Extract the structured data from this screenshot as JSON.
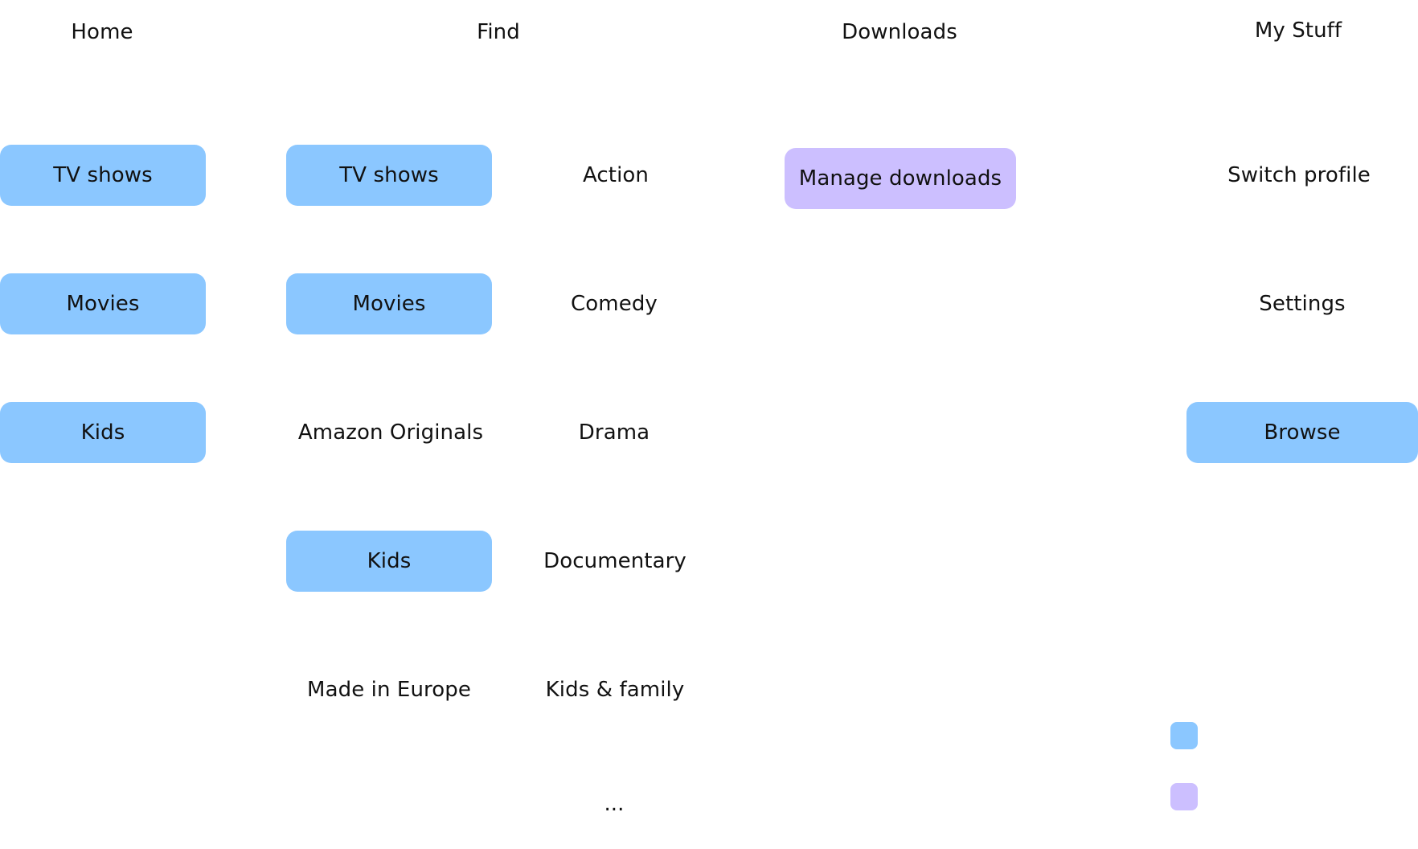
{
  "colors": {
    "blue": "#8BC7FF",
    "purple": "#CCBFFF"
  },
  "columns": {
    "home": {
      "title": "Home",
      "items": [
        "TV shows",
        "Movies",
        "Kids"
      ]
    },
    "find": {
      "title": "Find",
      "items": [
        "TV shows",
        "Movies",
        "Amazon Originals",
        "Kids",
        "Made in Europe"
      ],
      "genres": [
        "Action",
        "Comedy",
        "Drama",
        "Documentary",
        "Kids & family",
        "..."
      ]
    },
    "downloads": {
      "title": "Downloads",
      "items": [
        "Manage downloads"
      ]
    },
    "mystuff": {
      "title": "My Stuff",
      "items": [
        "Switch profile",
        "Settings",
        "Browse"
      ]
    }
  },
  "legend": [
    {
      "color": "#8BC7FF"
    },
    {
      "color": "#CCBFFF"
    }
  ]
}
